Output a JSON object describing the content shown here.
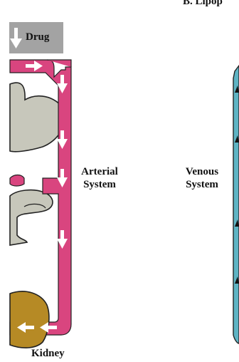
{
  "title_fragment": "B. Lipop",
  "drug_label": "Drug",
  "arterial_label": [
    "Arterial",
    "System"
  ],
  "venous_label": [
    "Venous",
    "System"
  ],
  "kidney_label": "Kidney",
  "colors": {
    "arterial": "#d9457f",
    "venous": "#5fb4c4",
    "organ": "#c7c7bb",
    "kidney": "#b68a25",
    "drug_box": "#a3a3a3"
  }
}
